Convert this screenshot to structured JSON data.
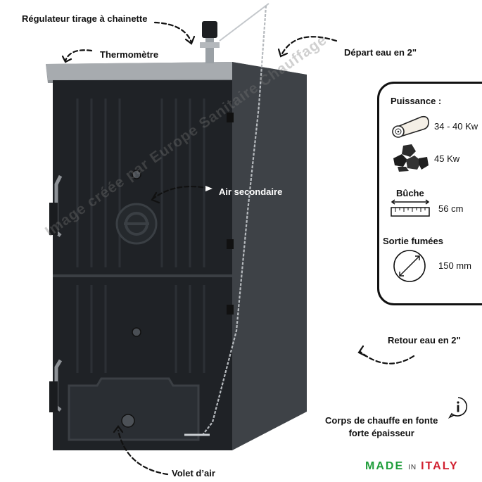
{
  "callouts": {
    "regulator": "Régulateur tirage à chainette",
    "thermometer": "Thermomètre",
    "water_out": "Départ eau en 2\"",
    "secondary_air": "Air secondaire",
    "water_return": "Retour eau en 2\"",
    "body_line1": "Corps de chauffe en fonte",
    "body_line2": "forte épaisseur",
    "air_flap": "Volet d’air"
  },
  "specs": {
    "power_title": "Puissance :",
    "wood_power": "34 - 40 Kw",
    "coal_power": "45 Kw",
    "log_title": "Bûche",
    "log_length": "56 cm",
    "flue_title": "Sortie fumées",
    "flue_diameter": "150 mm"
  },
  "badge": {
    "made": "MADE",
    "in": "IN",
    "italy": "ITALY"
  },
  "watermark": "Image créée par Europe Sanitaire Chauffage",
  "colors": {
    "boiler_body": "#1f2226",
    "boiler_side": "#3e4247",
    "boiler_top": "#9ea2a6",
    "made_green": "#1f9d3a",
    "italy_red": "#d11f2f"
  },
  "icons": [
    "log-icon",
    "coal-icon",
    "ruler-icon",
    "flue-diameter-icon",
    "info-icon"
  ]
}
